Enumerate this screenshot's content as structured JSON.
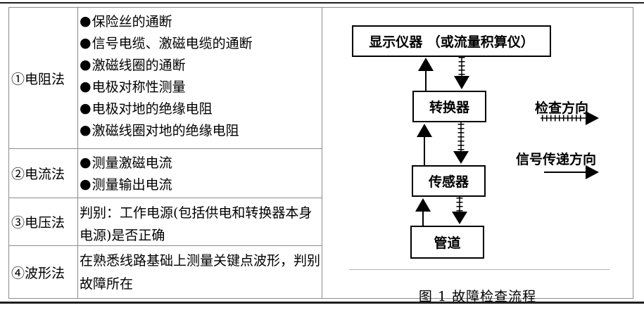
{
  "table": {
    "bullet": "●",
    "rows": [
      {
        "method": "①电阻法",
        "lines": [
          "保险丝的通断",
          "信号电缆、激磁电缆的通断",
          "激磁线圈的通断",
          "电极对称性测量",
          "电极对地的绝缘电阻",
          "激磁线圈对地的绝缘电阻"
        ]
      },
      {
        "method": "②电流法",
        "lines": [
          "测量激磁电流",
          "测量输出电流"
        ]
      },
      {
        "method": "③电压法",
        "lines": [
          "判别：工作电源(包括供电和转换器本身",
          "电源)是否正确"
        ]
      },
      {
        "method": "④波形法",
        "lines": [
          "在熟悉线路基础上测量关键点波形，判别",
          "故障所在"
        ]
      }
    ]
  },
  "diagram": {
    "nodes": [
      "显示仪器 （或流量积算仪）",
      "转换器",
      "传感器",
      "管道"
    ],
    "legend": [
      {
        "label": "检查方向",
        "line_style": "ticked"
      },
      {
        "label": "信号传递方向",
        "line_style": "solid"
      }
    ],
    "caption": "图 1  故障检查流程"
  },
  "colors": {
    "ink": "#000000",
    "grid_line": "#8c8c8c",
    "page_rule": "#1f1f1f",
    "separator_line": "#b3b3b3"
  }
}
